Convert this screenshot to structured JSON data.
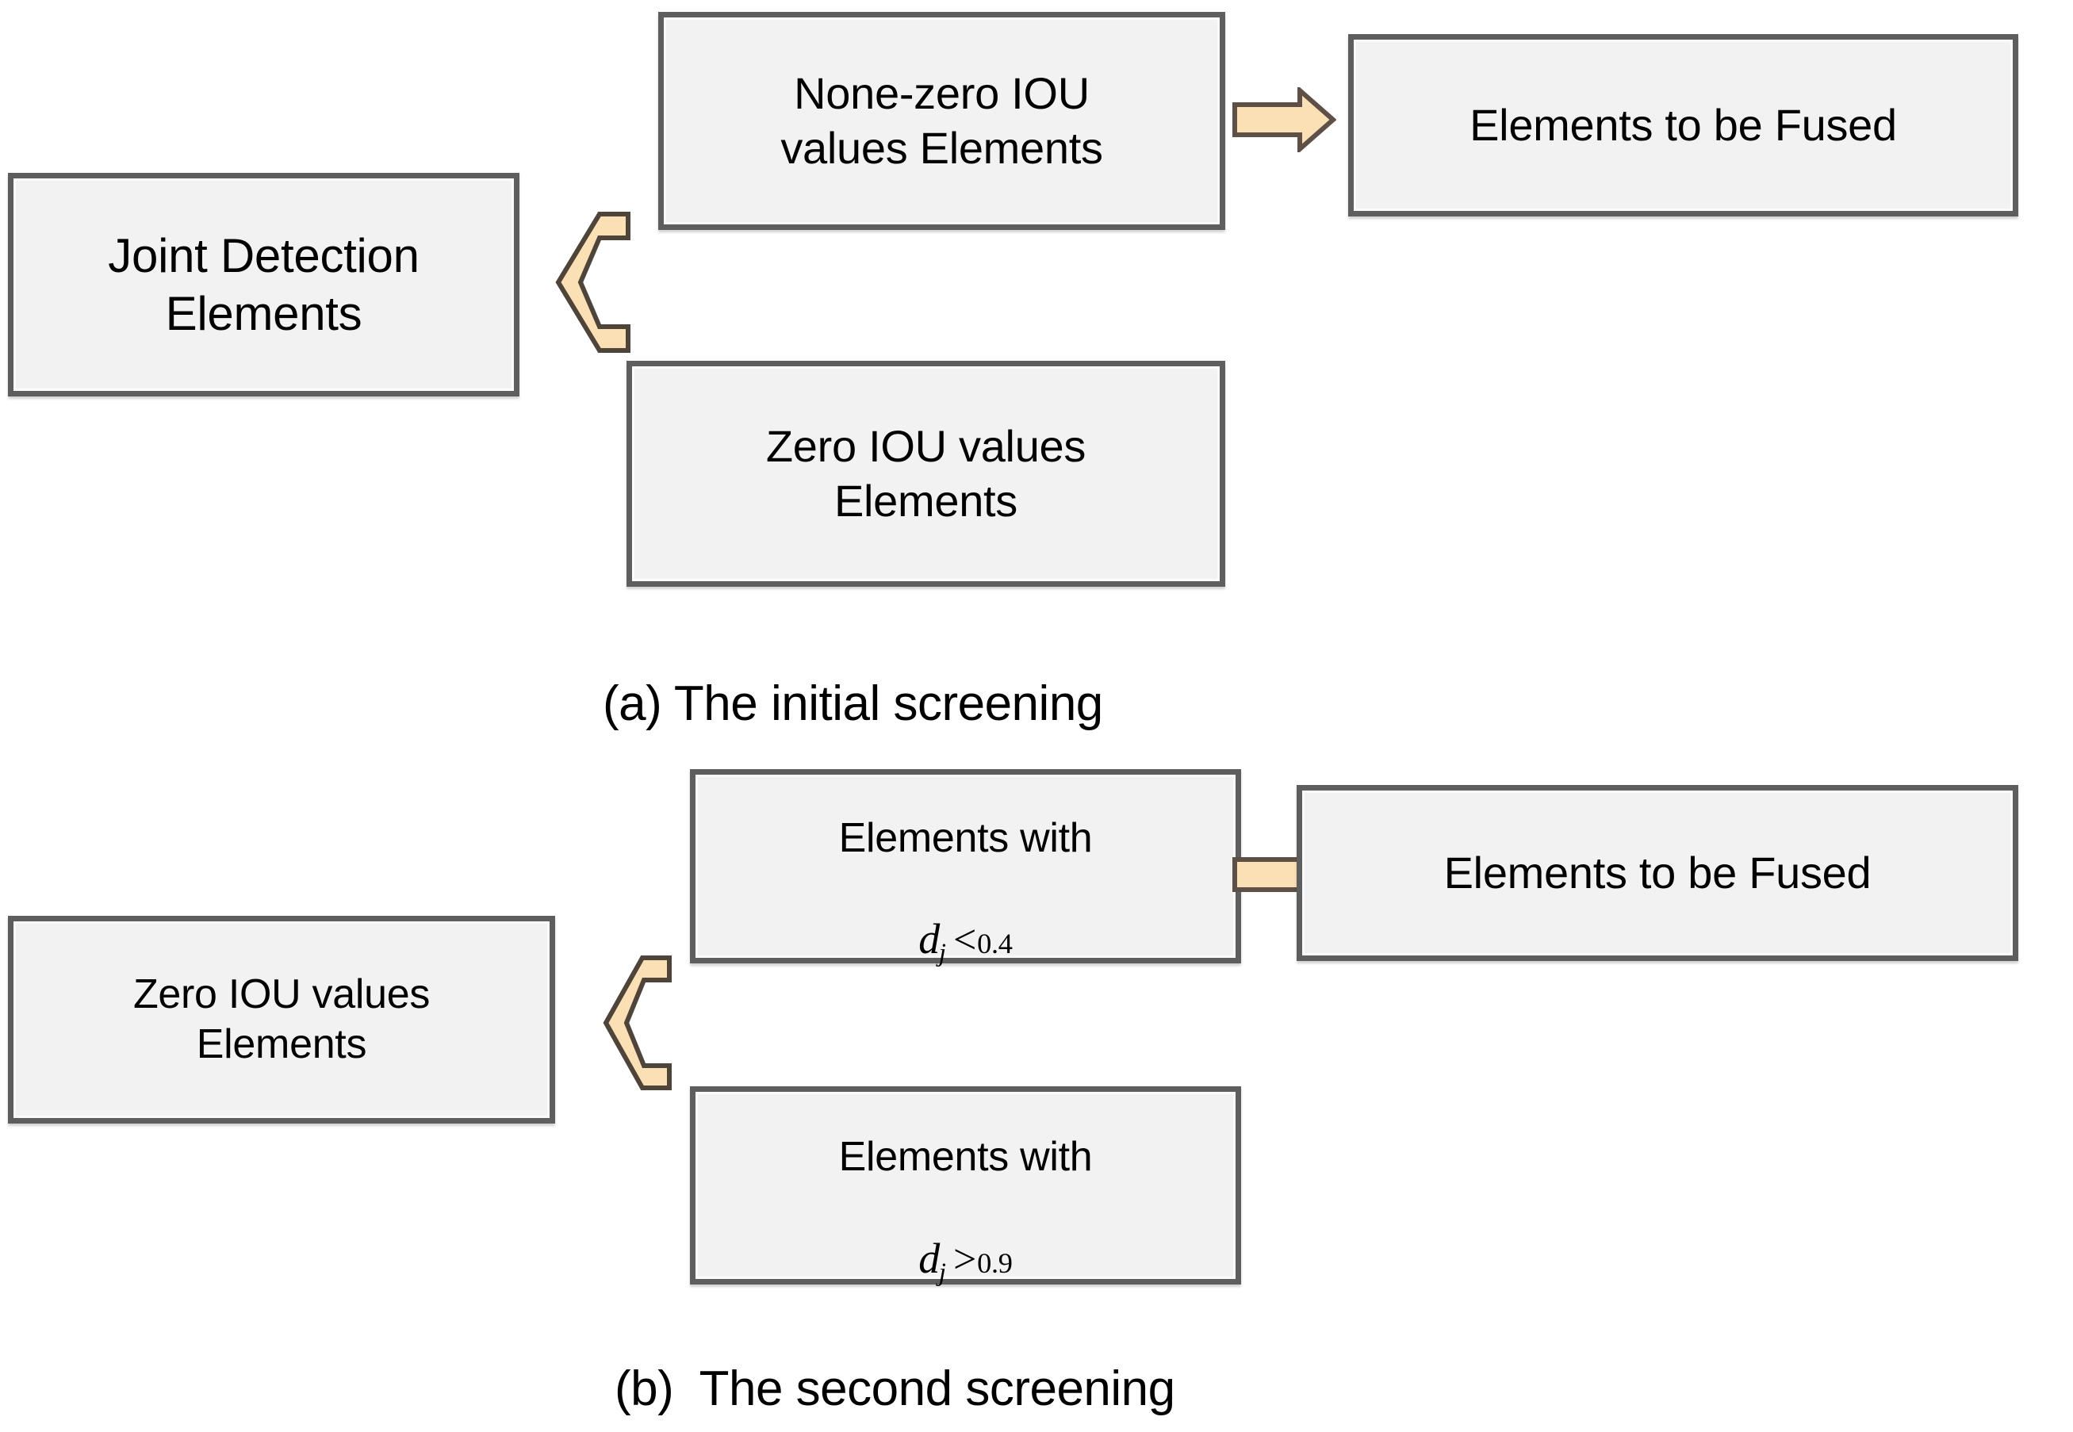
{
  "figure": {
    "title": "Element screening flowchart",
    "colors": {
      "box_fill": "#F2F2F2",
      "box_border": "#5E5E5E",
      "arrow_fill": "#FCE0B5",
      "arrow_border": "#5E5046",
      "text": "#000000",
      "background": "#FFFFFF"
    }
  },
  "panel_a": {
    "caption": "(a) The initial screening",
    "source_box": {
      "label": "Joint Detection\nElements"
    },
    "branch_arrow": {
      "icon": "split-arrow-icon"
    },
    "branch_top": {
      "label": "None-zero IOU\nvalues Elements"
    },
    "branch_bottom": {
      "label": "Zero IOU values\nElements"
    },
    "flow_arrow": {
      "icon": "right-arrow-icon"
    },
    "result_box": {
      "label": "Elements to be Fused"
    }
  },
  "panel_b": {
    "caption": "(b)  The second screening",
    "source_box": {
      "label": "Zero IOU values\nElements"
    },
    "branch_arrow": {
      "icon": "split-arrow-icon"
    },
    "branch_top": {
      "label_line1": "Elements with",
      "formula": {
        "variable": "d",
        "subscript": "j",
        "relation": "<",
        "value": "0.4"
      }
    },
    "branch_bottom": {
      "label_line1": "Elements with",
      "formula": {
        "variable": "d",
        "subscript": "j",
        "relation": ">",
        "value": "0.9"
      }
    },
    "flow_arrow": {
      "icon": "right-arrow-icon"
    },
    "result_box": {
      "label": "Elements to be Fused"
    }
  }
}
